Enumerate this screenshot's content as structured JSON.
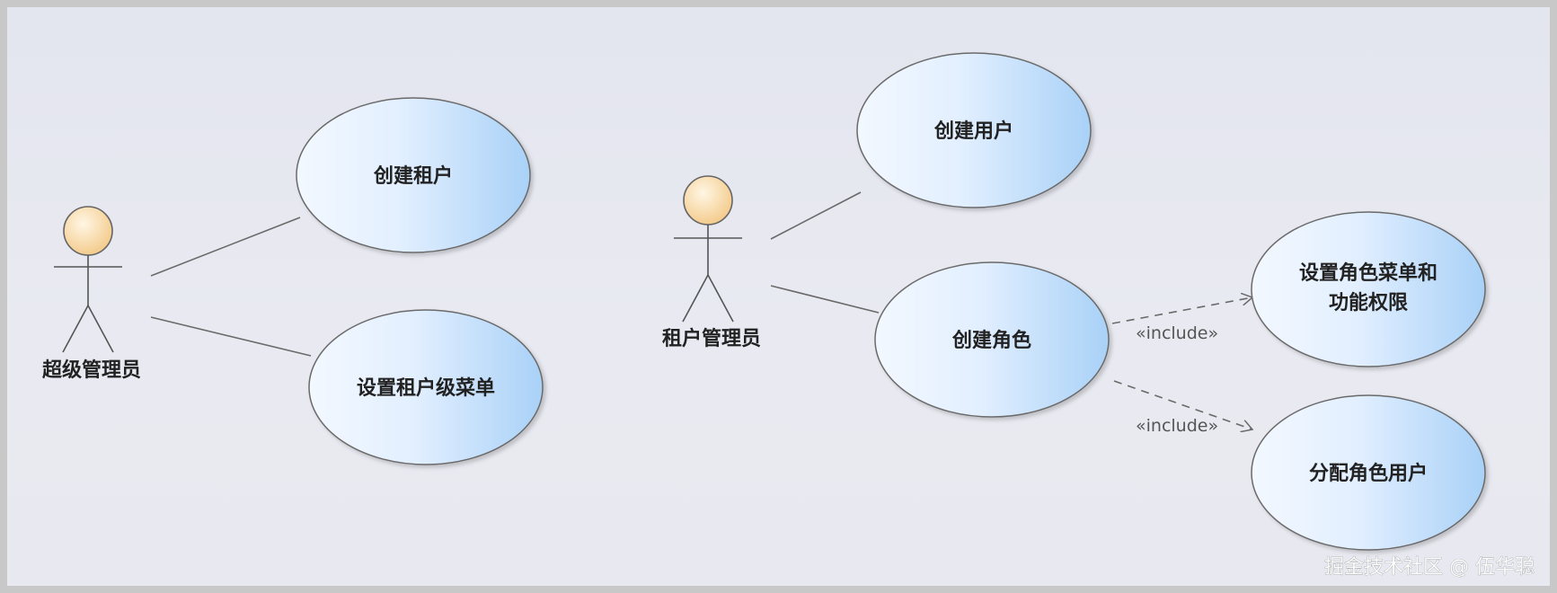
{
  "actors": {
    "super_admin": "超级管理员",
    "tenant_admin": "租户管理员"
  },
  "use_cases": {
    "create_tenant": "创建租户",
    "set_tenant_menu": "设置租户级菜单",
    "create_user": "创建用户",
    "create_role": "创建角色",
    "set_role_menu_line1": "设置角色菜单和",
    "set_role_menu_line2": "功能权限",
    "assign_role_user": "分配角色用户"
  },
  "relations": {
    "include_1": "«include»",
    "include_2": "«include»"
  },
  "watermark": "掘金技术社区 @ 伍华聪",
  "colors": {
    "usecase_light": "#eef6ff",
    "usecase_dark": "#aed4f8",
    "usecase_stroke": "#6a6a6a",
    "actor_head_light": "#fff3dc",
    "actor_head_dark": "#f5cf93",
    "line": "#6a6a6a"
  }
}
